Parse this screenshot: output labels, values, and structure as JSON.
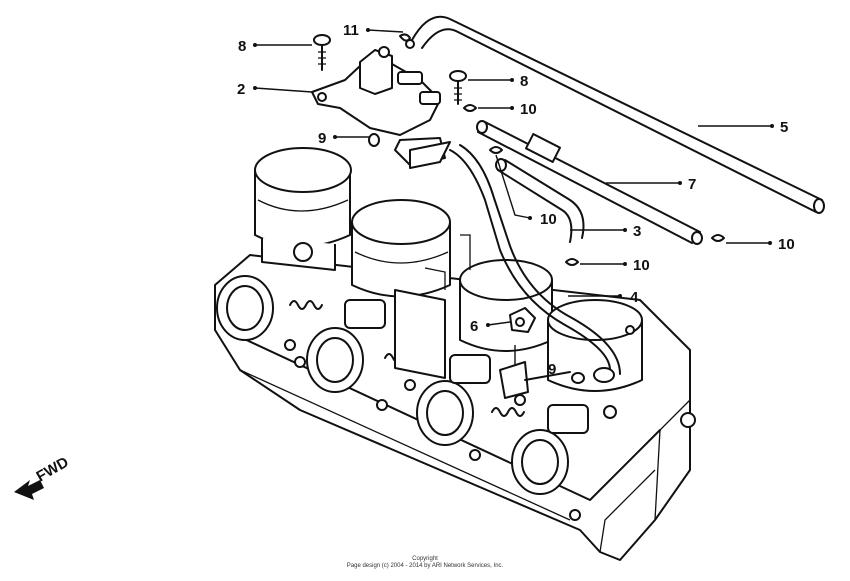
{
  "callouts": [
    {
      "id": "8a",
      "label": "8"
    },
    {
      "id": "11",
      "label": "11"
    },
    {
      "id": "2",
      "label": "2"
    },
    {
      "id": "8b",
      "label": "8"
    },
    {
      "id": "10a",
      "label": "10"
    },
    {
      "id": "9a",
      "label": "9"
    },
    {
      "id": "5",
      "label": "5"
    },
    {
      "id": "7",
      "label": "7"
    },
    {
      "id": "10b",
      "label": "10"
    },
    {
      "id": "3",
      "label": "3"
    },
    {
      "id": "10c",
      "label": "10"
    },
    {
      "id": "10d",
      "label": "10"
    },
    {
      "id": "4",
      "label": "4"
    },
    {
      "id": "6",
      "label": "6"
    },
    {
      "id": "9b",
      "label": "9"
    }
  ],
  "fwd_label": "FWD",
  "copyright": {
    "line1": "Copyright",
    "line2": "Page design (c) 2004 - 2014 by ARI Network Services, Inc."
  }
}
